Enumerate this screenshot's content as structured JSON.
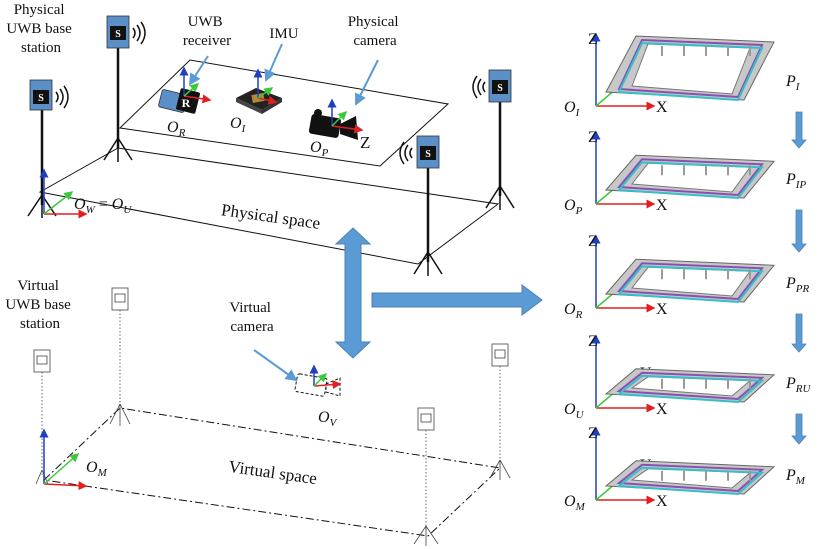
{
  "labels": {
    "physical_base": "Physical UWB base station",
    "physical_base_lines": [
      "Physical",
      "UWB base",
      "station"
    ],
    "uwb_receiver_lines": [
      "UWB",
      "receiver"
    ],
    "imu": "IMU",
    "physical_camera_lines": [
      "Physical",
      "camera"
    ],
    "physical_space": "Physical space",
    "virtual_base_lines": [
      "Virtual",
      "UWB base",
      "station"
    ],
    "virtual_camera_lines": [
      "Virtual",
      "camera"
    ],
    "virtual_space": "Virtual space"
  },
  "frames": {
    "O_W_eq_O_U": {
      "main": "O",
      "sub1": "W",
      "eq": " = ",
      "main2": "O",
      "sub2": "U"
    },
    "O_R": {
      "main": "O",
      "sub": "R"
    },
    "O_I": {
      "main": "O",
      "sub": "I"
    },
    "O_P": {
      "main": "O",
      "sub": "P"
    },
    "O_M": {
      "main": "O",
      "sub": "M"
    },
    "O_V": {
      "main": "O",
      "sub": "V"
    }
  },
  "markers": {
    "receiver_letter": "R",
    "base_letter": "S",
    "camera_axis": "Z"
  },
  "panels": [
    {
      "origin": "O",
      "origin_sub": "I",
      "point": "P",
      "point_sub": "I"
    },
    {
      "origin": "O",
      "origin_sub": "P",
      "point": "P",
      "point_sub": "IP"
    },
    {
      "origin": "O",
      "origin_sub": "R",
      "point": "P",
      "point_sub": "PR"
    },
    {
      "origin": "O",
      "origin_sub": "U",
      "point": "P",
      "point_sub": "RU"
    },
    {
      "origin": "O",
      "origin_sub": "M",
      "point": "P",
      "point_sub": "M"
    }
  ],
  "axis_letters": {
    "x": "X",
    "y": "Y",
    "z": "Z"
  },
  "colors": {
    "base_station": "#5b8fc7",
    "arrow": "#5b9bd5",
    "axis_x": "#e02020",
    "axis_y": "#3cc83c",
    "axis_z": "#1f3fbf",
    "track_purple": "#8a4fb3",
    "track_cyan": "#35c0c8",
    "track_gray": "#9a9a9a"
  }
}
